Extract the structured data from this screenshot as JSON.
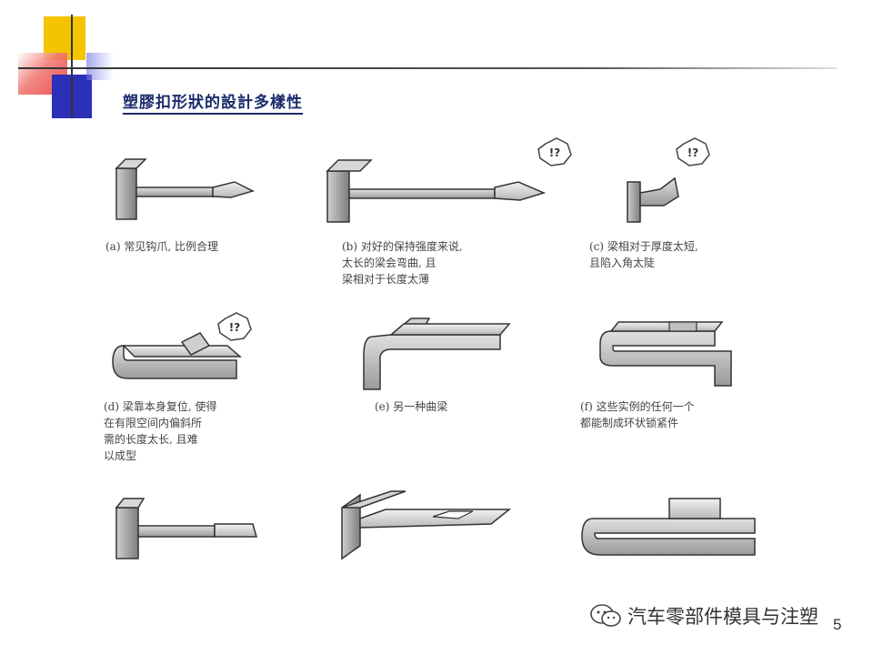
{
  "slide": {
    "title": "塑膠扣形狀的設計多樣性",
    "page_number": "5"
  },
  "captions": {
    "a": "(a) 常见钩爪, 比例合理",
    "b": "(b) 对好的保持强度来说,\n太长的梁会弯曲, 且\n梁相对于长度太薄",
    "c": "(c) 梁相对于厚度太短,\n且陷入角太陡",
    "d": "(d) 梁靠本身复位, 使得\n在有限空间内偏斜所\n需的长度太长, 且难\n以成型",
    "e": "(e) 另一种曲梁",
    "f": "(f) 这些实例的任何一个\n都能制成环状锁紧件"
  },
  "badges": {
    "warning_symbol": "!?"
  },
  "footer": {
    "brand_text": "汽车零部件模具与注塑"
  },
  "colors": {
    "title": "#1a2a6c",
    "deco_yellow": "#f5c400",
    "deco_blue": "#2c2fb8",
    "deco_red": "#e8403a"
  }
}
